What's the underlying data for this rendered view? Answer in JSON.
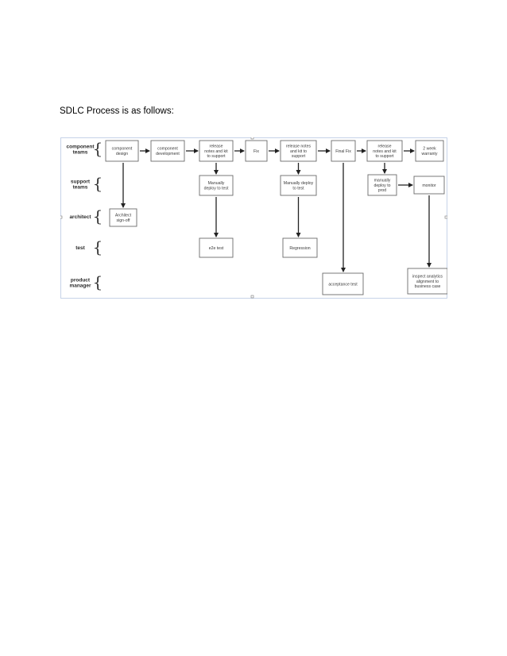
{
  "document": {
    "intro_text": "SDLC Process is as follows:"
  },
  "diagram": {
    "lanes": [
      {
        "id": "component-teams",
        "lines": [
          "component",
          "teams"
        ]
      },
      {
        "id": "support-teams",
        "lines": [
          "support",
          "teams"
        ]
      },
      {
        "id": "architect",
        "lines": [
          "architect"
        ]
      },
      {
        "id": "test",
        "lines": [
          "test"
        ]
      },
      {
        "id": "product-manager",
        "lines": [
          "product",
          "manager"
        ]
      }
    ],
    "boxes": [
      {
        "id": "component-design",
        "lines": [
          "component",
          "design"
        ]
      },
      {
        "id": "component-development",
        "lines": [
          "component",
          "development"
        ]
      },
      {
        "id": "release-notes-1",
        "lines": [
          "release",
          "notes and kit",
          "to support"
        ]
      },
      {
        "id": "fix",
        "lines": [
          "Fix"
        ]
      },
      {
        "id": "release-notes-2",
        "lines": [
          "release notes",
          "and kit to",
          "support"
        ]
      },
      {
        "id": "final-fix",
        "lines": [
          "Final Fix"
        ]
      },
      {
        "id": "release-notes-3",
        "lines": [
          "release",
          "notes and kit",
          "to support"
        ]
      },
      {
        "id": "two-week-warranty",
        "lines": [
          "2 week",
          "warranty"
        ]
      },
      {
        "id": "manually-deploy-test-1",
        "lines": [
          "Manually",
          "deploy to test"
        ]
      },
      {
        "id": "manually-deploy-test-2",
        "lines": [
          "Manually deploy",
          "to test"
        ]
      },
      {
        "id": "manually-deploy-prod",
        "lines": [
          "manually",
          "deploy to",
          "prod"
        ]
      },
      {
        "id": "monitor",
        "lines": [
          "monitor"
        ]
      },
      {
        "id": "architect-signoff",
        "lines": [
          "Architect",
          "sign-off"
        ]
      },
      {
        "id": "e2e-test",
        "lines": [
          "e2e test"
        ]
      },
      {
        "id": "regression",
        "lines": [
          "Regression"
        ]
      },
      {
        "id": "acceptance-test",
        "lines": [
          "acceptance test"
        ]
      },
      {
        "id": "inspect-analytics",
        "lines": [
          "inspect analytics",
          "alignment to",
          "business case"
        ]
      }
    ],
    "arrows": [
      {
        "from": "component-design",
        "to": "component-development"
      },
      {
        "from": "component-development",
        "to": "release-notes-1"
      },
      {
        "from": "release-notes-1",
        "to": "fix"
      },
      {
        "from": "fix",
        "to": "release-notes-2"
      },
      {
        "from": "release-notes-2",
        "to": "final-fix"
      },
      {
        "from": "final-fix",
        "to": "release-notes-3"
      },
      {
        "from": "release-notes-3",
        "to": "two-week-warranty"
      },
      {
        "from": "component-design",
        "to": "architect-signoff"
      },
      {
        "from": "release-notes-1",
        "to": "manually-deploy-test-1"
      },
      {
        "from": "manually-deploy-test-1",
        "to": "e2e-test"
      },
      {
        "from": "release-notes-2",
        "to": "manually-deploy-test-2"
      },
      {
        "from": "manually-deploy-test-2",
        "to": "regression"
      },
      {
        "from": "final-fix",
        "to": "acceptance-test"
      },
      {
        "from": "release-notes-3",
        "to": "manually-deploy-prod"
      },
      {
        "from": "manually-deploy-prod",
        "to": "monitor"
      },
      {
        "from": "monitor",
        "to": "inspect-analytics"
      }
    ]
  }
}
